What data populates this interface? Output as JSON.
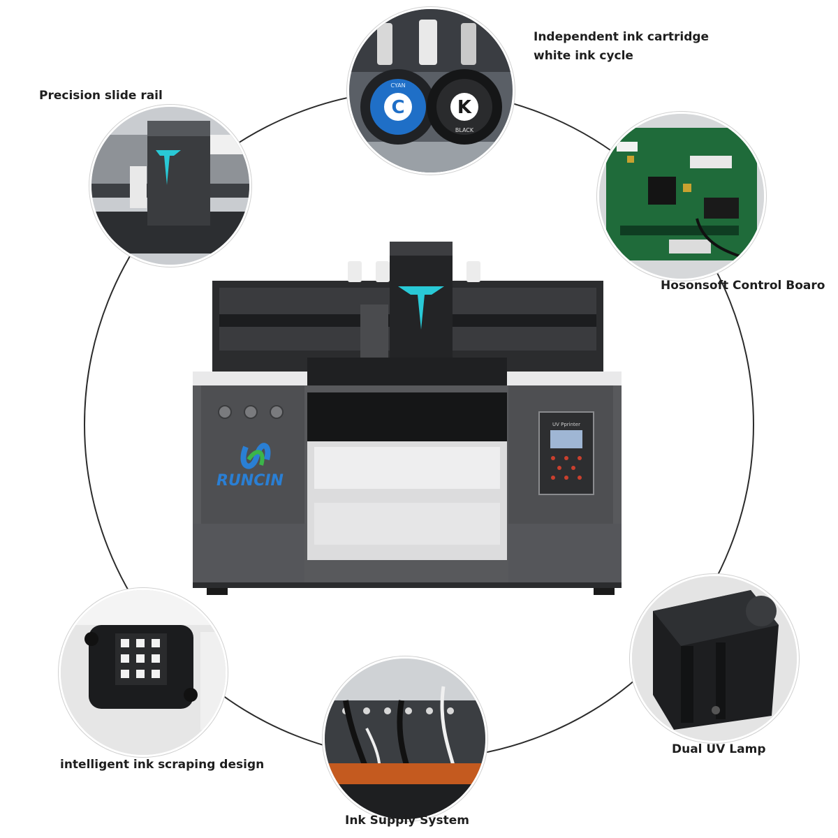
{
  "features": [
    {
      "id": "ink-cartridge",
      "lines": [
        "Independent ink cartridge",
        "white ink cycle"
      ]
    },
    {
      "id": "slide-rail",
      "lines": [
        "Precision slide rail"
      ]
    },
    {
      "id": "control-board",
      "lines": [
        "Hosonsoft Control Boaro"
      ]
    },
    {
      "id": "ink-scraping",
      "lines": [
        "intelligent ink scraping design"
      ]
    },
    {
      "id": "ink-supply",
      "lines": [
        "Ink Supply System"
      ]
    },
    {
      "id": "uv-lamp",
      "lines": [
        "Dual UV Lamp"
      ]
    }
  ],
  "cartridges": {
    "cyan": {
      "letter": "C",
      "ring_text": "CYAN",
      "color": "#1f6fc7"
    },
    "black": {
      "letter": "K",
      "ring_text": "BLACK",
      "color": "#1a1a1a"
    }
  },
  "printer": {
    "brand": "RUNCIN",
    "panel_title": "UV Pprinter",
    "body_color": "#4a4a4a",
    "accent_color": "#29c9d6",
    "brand_color": "#2a7fd4"
  }
}
